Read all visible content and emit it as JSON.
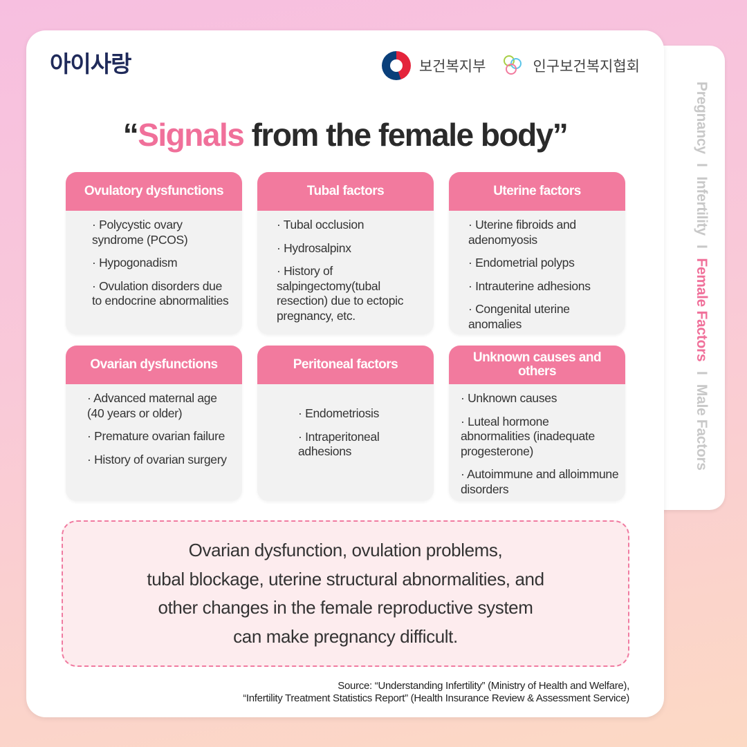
{
  "side_nav": {
    "items": [
      "Pregnancy",
      "Infertility",
      "Female Factors",
      "Male Factors"
    ],
    "separator": "I",
    "active": "Female Factors"
  },
  "logo": "아이사랑",
  "partners": [
    "보건복지부",
    "인구보건복지협회"
  ],
  "title": {
    "quote_open": "“",
    "highlight": "Signals",
    "rest": " from the female body",
    "quote_close": "”"
  },
  "boxes": [
    {
      "title": "Ovulatory dysfunctions",
      "items": [
        "Polycystic ovary syndrome (PCOS)",
        "Hypogonadism",
        "Ovulation disorders due to endocrine abnormalities"
      ]
    },
    {
      "title": "Tubal factors",
      "items": [
        "Tubal occlusion",
        "Hydrosalpinx",
        "History of salpingectomy(tubal resection) due to ectopic pregnancy, etc."
      ]
    },
    {
      "title": "Uterine factors",
      "items": [
        "Uterine fibroids and adenomyosis",
        "Endometrial polyps",
        "Intrauterine adhesions",
        "Congenital uterine anomalies"
      ]
    },
    {
      "title": "Ovarian dysfunctions",
      "items": [
        "Advanced maternal age (40 years or older)",
        "Premature ovarian failure",
        "History of ovarian surgery"
      ]
    },
    {
      "title": "Peritoneal factors",
      "items": [
        "Endometriosis",
        "Intraperitoneal adhesions"
      ]
    },
    {
      "title": "Unknown causes and others",
      "items": [
        "Unknown causes",
        "Luteal hormone abnormalities (inadequate progesterone)",
        "Autoimmune and alloimmune disorders"
      ]
    }
  ],
  "callout": [
    "Ovarian dysfunction, ovulation problems,",
    "tubal blockage, uterine structural abnormalities, and",
    "other changes in the female reproductive system",
    "can make pregnancy difficult."
  ],
  "source": [
    "Source: “Understanding Infertility” (Ministry of Health and Welfare),",
    "“Infertility Treatment Statistics Report” (Health Insurance Review & Assessment Service)"
  ],
  "colors": {
    "accent": "#f0709a",
    "header": "#f27a9e",
    "box_bg": "#f2f2f2",
    "callout_bg": "#fdecee"
  }
}
